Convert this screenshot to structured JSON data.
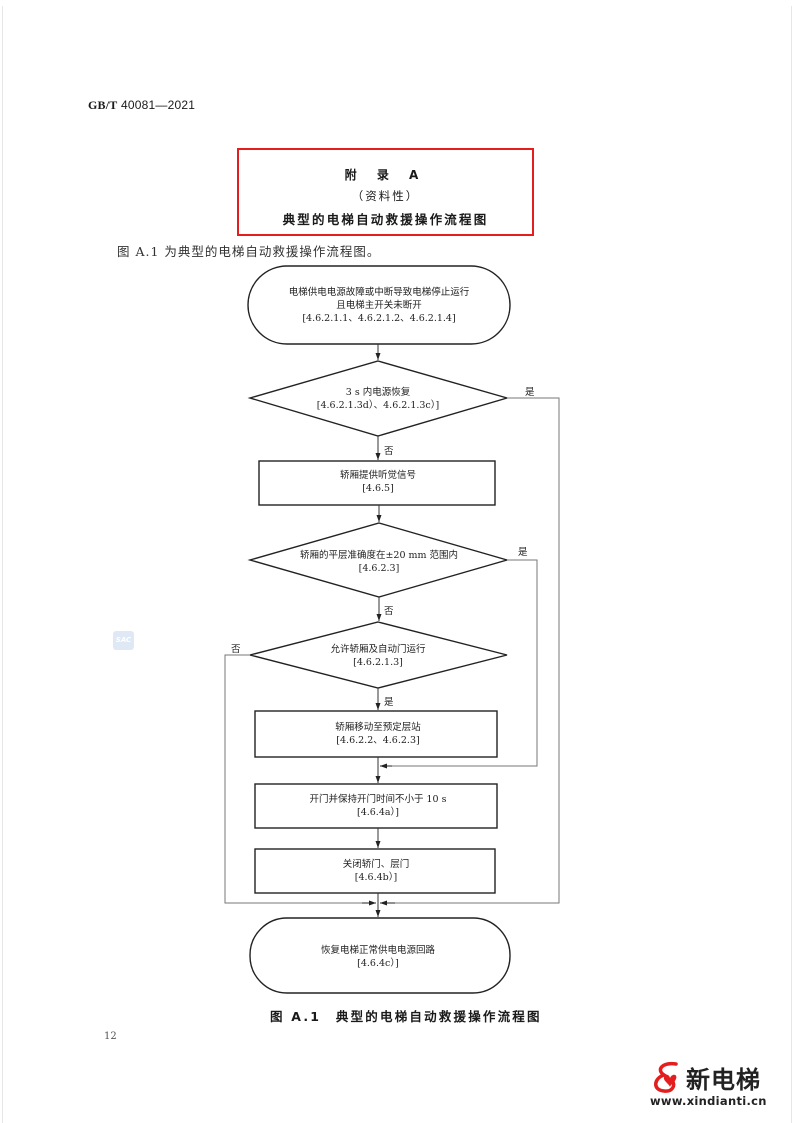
{
  "header": {
    "standard_prefix": "GB/T",
    "standard_number": "40081—2021"
  },
  "annex": {
    "title": "附 录 A",
    "type": "（资料性）",
    "name": "典型的电梯自动救援操作流程图"
  },
  "intro_text": "图 A.1 为典型的电梯自动救援操作流程图。",
  "flowchart": {
    "start": {
      "line1": "电梯供电电源故障或中断导致电梯停止运行",
      "line2": "且电梯主开关未断开",
      "ref": "[4.6.2.1.1、4.6.2.1.2、4.6.2.1.4]"
    },
    "decision1": {
      "line1": "3 s 内电源恢复",
      "ref": "[4.6.2.1.3d）、4.6.2.1.3c）]",
      "yes": "是",
      "no": "否"
    },
    "step1": {
      "line1": "轿厢提供听觉信号",
      "ref": "[4.6.5]"
    },
    "decision2": {
      "line1": "轿厢的平层准确度在±20 mm 范围内",
      "ref": "[4.6.2.3]",
      "yes": "是",
      "no": "否"
    },
    "decision3": {
      "line1": "允许轿厢及自动门运行",
      "ref": "[4.6.2.1.3]",
      "yes": "是",
      "no": "否"
    },
    "step2": {
      "line1": "轿厢移动至预定层站",
      "ref": "[4.6.2.2、4.6.2.3]"
    },
    "step3": {
      "line1": "开门并保持开门时间不小于 10 s",
      "ref": "[4.6.4a）]"
    },
    "step4": {
      "line1": "关闭轿门、层门",
      "ref": "[4.6.4b）]"
    },
    "end": {
      "line1": "恢复电梯正常供电电源回路",
      "ref": "[4.6.4c）]"
    }
  },
  "caption": "图 A.1　典型的电梯自动救援操作流程图",
  "page_number": "12",
  "logos": {
    "sac": "SAC"
  },
  "watermark": {
    "name": "新电梯",
    "url": "www.xindianti.cn",
    "accent": "#e41e1e"
  },
  "colors": {
    "highlight_border": "#e41e1e",
    "line": "#222222",
    "loop_line": "#777777"
  }
}
